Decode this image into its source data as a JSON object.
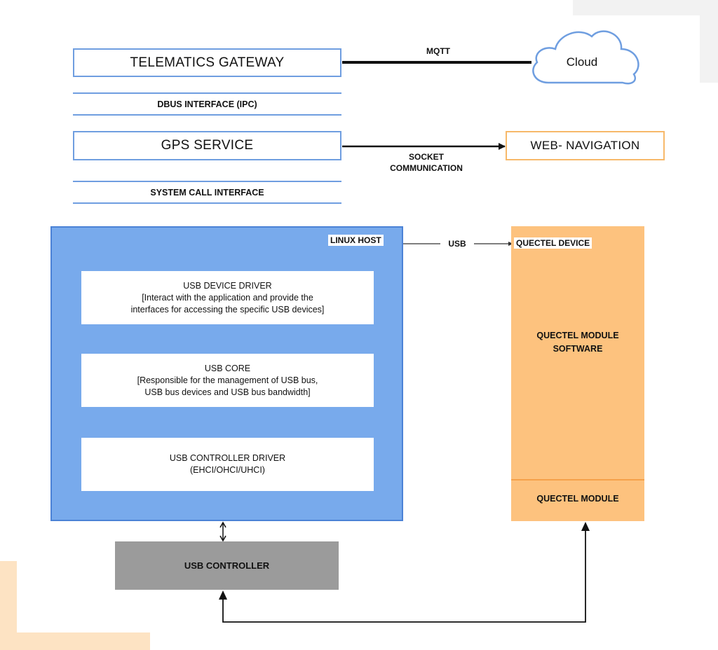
{
  "top": {
    "telematics_gateway": "TELEMATICS GATEWAY",
    "mqtt": "MQTT",
    "cloud": "Cloud",
    "dbus_interface": "DBUS INTERFACE (IPC)",
    "gps_service": "GPS SERVICE",
    "socket_line1": "SOCKET",
    "socket_line2": "COMMUNICATION",
    "web_navigation": "WEB- NAVIGATION",
    "system_call_interface": "SYSTEM CALL INTERFACE"
  },
  "host": {
    "label": "LINUX HOST",
    "usb_link": "USB",
    "usb_device_driver": {
      "title": "USB DEVICE DRIVER",
      "line1": "[Interact with the application and provide the",
      "line2": "interfaces for accessing the specific USB devices]"
    },
    "usb_core": {
      "title": "USB CORE",
      "line1": "[Responsible for the management of USB bus,",
      "line2": "USB bus devices and USB bus bandwidth]"
    },
    "usb_controller_driver": {
      "title": "USB CONTROLLER DRIVER",
      "line1": "(EHCI/OHCI/UHCI)"
    }
  },
  "quectel": {
    "device_label": "QUECTEL DEVICE",
    "software_line1": "QUECTEL MODULE",
    "software_line2": "SOFTWARE",
    "module": "QUECTEL MODULE"
  },
  "usb_controller": "USB CONTROLLER",
  "colors": {
    "host_blue": "#78aaec",
    "outline_blue": "#6f9ee0",
    "quectel_orange": "#fdc27e",
    "web_nav_border": "#f7b96a",
    "controller_grey": "#9b9b9b"
  }
}
